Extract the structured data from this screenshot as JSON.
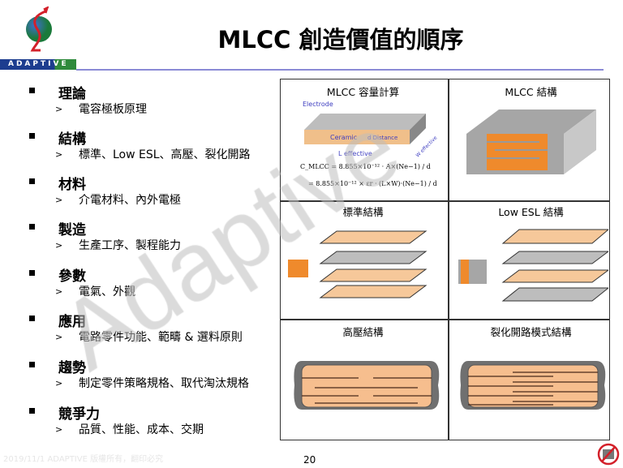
{
  "brand": {
    "name": "ADAPTIVE",
    "colors": {
      "blue": "#1d3d8f",
      "green": "#2f8a3c",
      "rule": "#8a8ad6"
    }
  },
  "title": "MLCC 創造價值的順序",
  "outline": [
    {
      "heading": "理論",
      "sub": "電容極板原理"
    },
    {
      "heading": "結構",
      "sub": "標準、Low ESL、高壓、裂化開路"
    },
    {
      "heading": "材料",
      "sub": "介電材料、內外電極"
    },
    {
      "heading": "製造",
      "sub": "生產工序、製程能力"
    },
    {
      "heading": "參數",
      "sub": "電氣、外觀"
    },
    {
      "heading": "應用",
      "sub": "電路零件功能、範疇 & 選料原則"
    },
    {
      "heading": "趨勢",
      "sub": "制定零件策略規格、取代淘汰規格"
    },
    {
      "heading": "競爭力",
      "sub": "品質、性能、成本、交期"
    }
  ],
  "panels": [
    {
      "title": "MLCC 容量計算",
      "labels": {
        "electrode": "Electrode",
        "ceramic": "Ceramic",
        "distance": "d Distance",
        "l": "L effective",
        "w": "W effective"
      },
      "formula1": "C_MLCC = 8.855×10⁻¹² · A×(Ne−1) / d",
      "formula2": "= 8.855×10⁻¹² × εr · (L×W)·(Ne−1) / d"
    },
    {
      "title": "MLCC 結構"
    },
    {
      "title": "標準結構"
    },
    {
      "title": "Low ESL 結構"
    },
    {
      "title": "高壓結構"
    },
    {
      "title": "裂化開路模式結構"
    }
  ],
  "watermark": "Adaptive",
  "footer": "2019/11/1  ADAPTIVE 版權所有，翻印必究",
  "page_number": "20",
  "icons": {
    "bullet": "square-bullet",
    "arrow": "chevron-right",
    "corner": "no-copy-icon"
  }
}
